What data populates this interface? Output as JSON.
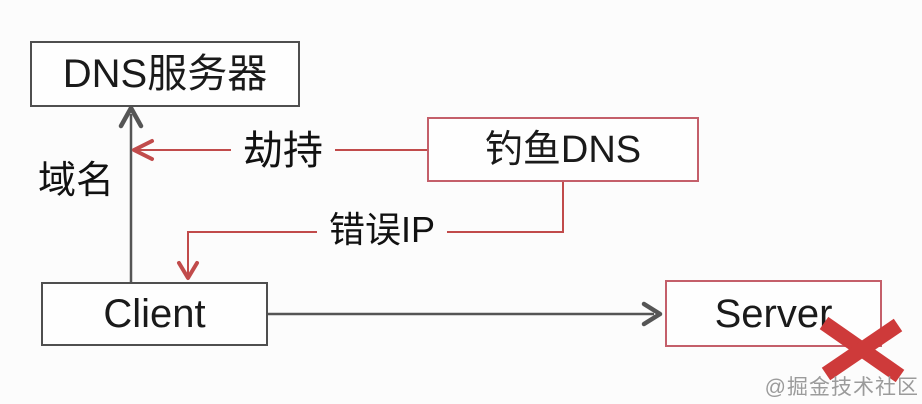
{
  "diagram": {
    "nodes": {
      "dns_server": {
        "label": "DNS服务器"
      },
      "phishing_dns": {
        "label": "钓鱼DNS"
      },
      "client": {
        "label": "Client"
      },
      "server": {
        "label": "Server"
      }
    },
    "edge_labels": {
      "domain": "域名",
      "hijack": "劫持",
      "wrong_ip": "错误IP"
    },
    "annotations": {
      "server_blocked_marker": "red-x-cross"
    },
    "watermark": "@掘金技术社区"
  },
  "colors": {
    "background": "#fcfcfc",
    "dark_border": "#4f4f4f",
    "red_border": "#c45f6a",
    "red_line": "#c14b4b",
    "dark_line": "#555555",
    "cross_red": "#ce3a3a",
    "watermark_gray": "#9b9b9b",
    "text": "#1a1a1a"
  }
}
